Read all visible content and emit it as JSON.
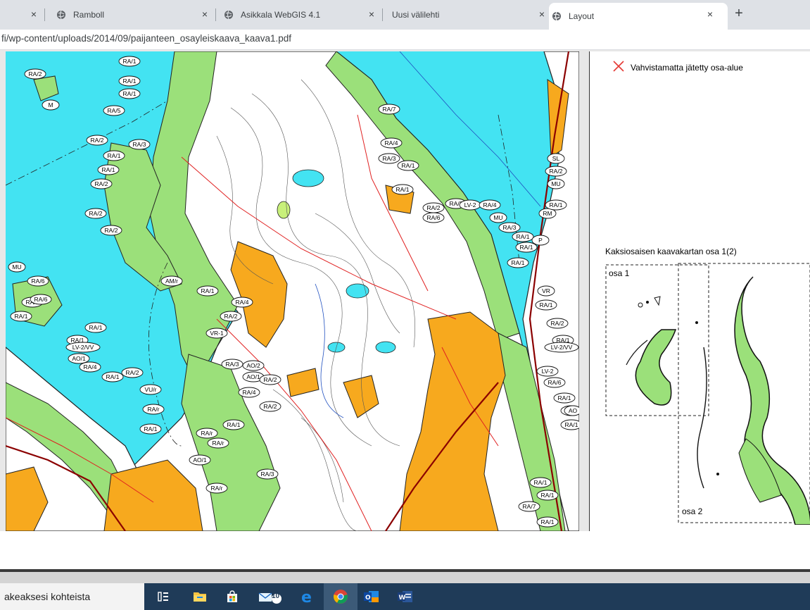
{
  "browser": {
    "tabs": [
      {
        "label": "Ramboll"
      },
      {
        "label": "Asikkala WebGIS 4.1"
      },
      {
        "label": "Uusi välilehti"
      },
      {
        "label": "Layout",
        "active": true
      }
    ],
    "close_glyph": "×",
    "new_tab_glyph": "+",
    "url": "fi/wp-content/uploads/2014/09/paijanteen_osayleiskaava_kaava1.pdf"
  },
  "map": {
    "labels": [
      "RA/2",
      "RA/1",
      "RA/1",
      "RA/1",
      "RA/5",
      "RA/2",
      "RA/3",
      "RA/1",
      "RA/1",
      "RA/2",
      "RA/2",
      "RA/2",
      "RA/7",
      "RA/4",
      "RA/3",
      "RA/1",
      "RA/1",
      "RA/2",
      "RA/6",
      "RA/3",
      "LV-2",
      "RA/4",
      "MU",
      "RA/3",
      "RM",
      "RA/1",
      "RA/1",
      "RA/1",
      "AM/r",
      "RA/1",
      "RA/4",
      "RA/2",
      "VR-1",
      "RA/1",
      "RA/6",
      "RA/6",
      "RA/1",
      "RA/1",
      "RA/3",
      "AO/2",
      "AO/1",
      "RA/2",
      "RA/4",
      "RA/2",
      "RA/1",
      "RA/1",
      "LV-2/VV",
      "AO/1",
      "RA/4",
      "RA/1",
      "RA/2",
      "VU/r",
      "RA/r",
      "RA/1",
      "RA/r",
      "AO/1",
      "RA/r",
      "RA/1",
      "RA/3",
      "SL",
      "MU",
      "RA/2",
      "RA/1",
      "LV-2",
      "RA/6",
      "RA/1",
      "RA/1",
      "RA/1",
      "RA/7",
      "RA/1",
      "M",
      "MU",
      "P",
      "VR",
      "RA/1",
      "RA/2",
      "RA/1",
      "LV-2/VV",
      "AO",
      "RA/1",
      "RA/1",
      "RA/r"
    ],
    "colors": {
      "water": "#43e3f2",
      "forest": "#9be07a",
      "dev": "#f7a91e",
      "land": "#ffffff"
    }
  },
  "legend": {
    "unconfirmed_text": "Vahvistamatta jätetty osa-alue",
    "inset_title": "Kaksiosaisen kaavakartan osa 1(2)",
    "part1": "osa 1",
    "part2": "osa 2",
    "x_color": "#e53935"
  },
  "taskbar": {
    "search_text": "akeaksesi kohteista",
    "mail_badge": "10",
    "icons": [
      "task-view-icon",
      "file-explorer-icon",
      "store-icon",
      "mail-icon",
      "edge-icon",
      "chrome-icon",
      "outlook-icon",
      "word-icon"
    ]
  }
}
